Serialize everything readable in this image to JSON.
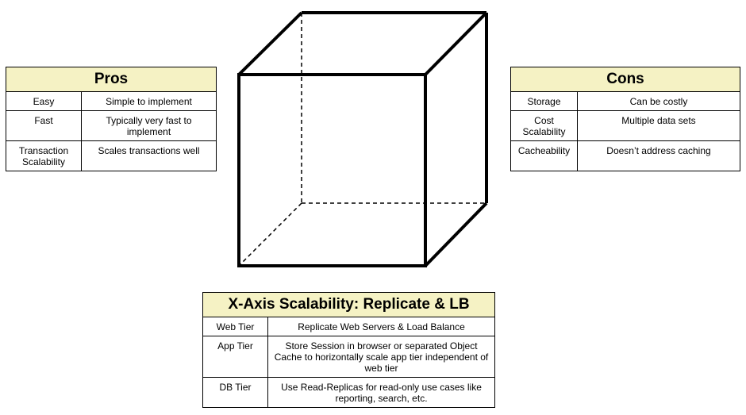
{
  "pros": {
    "title": "Pros",
    "rows": [
      {
        "label": "Easy",
        "value": "Simple to implement"
      },
      {
        "label": "Fast",
        "value": "Typically very fast to implement"
      },
      {
        "label": "Transaction Scalability",
        "value": "Scales transactions well"
      }
    ]
  },
  "cons": {
    "title": "Cons",
    "rows": [
      {
        "label": "Storage",
        "value": "Can be costly"
      },
      {
        "label": "Cost Scalability",
        "value": "Multiple data sets"
      },
      {
        "label": "Cacheability",
        "value": "Doesn’t address caching"
      }
    ]
  },
  "xaxis": {
    "title": "X-Axis Scalability: Replicate & LB",
    "rows": [
      {
        "label": "Web Tier",
        "value": "Replicate Web Servers & Load Balance"
      },
      {
        "label": "App Tier",
        "value": "Store Session in browser or separated Object Cache to horizontally scale app tier independent of web tier"
      },
      {
        "label": "DB Tier",
        "value": "Use Read-Replicas for read-only use cases like reporting, search, etc."
      }
    ]
  }
}
